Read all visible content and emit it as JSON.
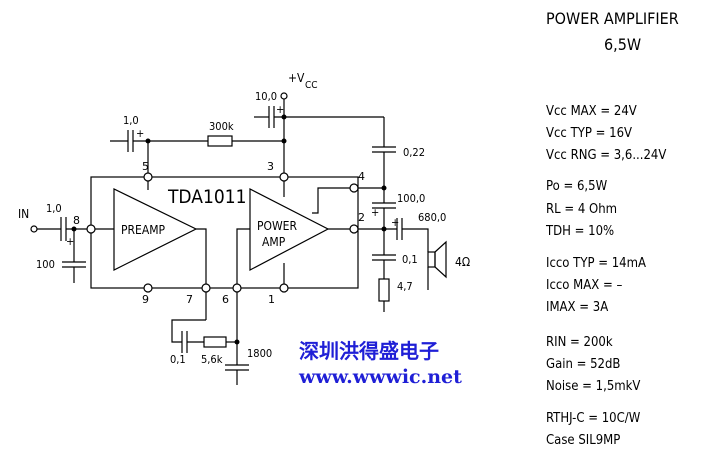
{
  "title": {
    "line1": "POWER AMPLIFIER",
    "line2": "6,5W"
  },
  "ic": {
    "name": "TDA1011",
    "block1": "PREAMP",
    "block2_line1": "POWER",
    "block2_line2": "AMP"
  },
  "labels": {
    "in": "IN",
    "vcc_plus": "+V",
    "vcc_sub": "CC",
    "c_in": "1,0",
    "c_in_bot": "100",
    "c_fb": "1,0",
    "r_fb": "300k",
    "c_supply": "10,0",
    "c_022": "0,22",
    "c_100": "100,0",
    "c_680": "680,0",
    "c_01": "0,1",
    "r_47": "4,7",
    "spk": "4Ω",
    "c_01b": "0,1",
    "r_56": "5,6k",
    "c_1800": "1800"
  },
  "pins": {
    "p3": "3",
    "p4": "4",
    "p5": "5",
    "p8": "8",
    "p2": "2",
    "p9": "9",
    "p7": "7",
    "p6": "6",
    "p1": "1"
  },
  "specs": [
    "Vcc MAX = 24V",
    "Vcc TYP = 16V",
    "Vcc RNG = 3,6...24V",
    "Po = 6,5W",
    "RL = 4 Ohm",
    "TDH = 10%",
    "Icco TYP = 14mA",
    "Icco MAX = –",
    "IMAX = 3A",
    "RIN = 200k",
    "Gain = 52dB",
    "Noise = 1,5mkV",
    "RTHJ-C = 10C/W",
    "Case SIL9MP"
  ],
  "watermark": {
    "line1": "深圳洪得盛电子",
    "line2": "www.wwwic.net"
  }
}
